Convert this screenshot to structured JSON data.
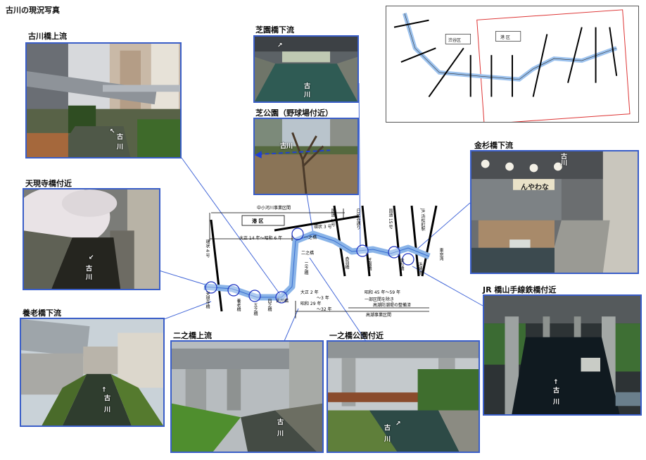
{
  "page_title": "古川の現況写真",
  "photos": {
    "furukawa_upstream": {
      "caption": "古川橋上流",
      "label_top": "古",
      "label_bottom": "川"
    },
    "shibazono_downstream": {
      "caption": "芝園橋下流",
      "label_top": "古",
      "label_bottom": "川"
    },
    "shiba_park": {
      "caption": "芝公園（野球場付近）",
      "label": "古川"
    },
    "kanasugi_downstream": {
      "caption": "金杉橋下流",
      "label": "古川",
      "sign": "んやわな"
    },
    "tengenji": {
      "caption": "天現寺橋付近",
      "label_top": "古",
      "label_bottom": "川"
    },
    "jr_yamanote": {
      "caption": "JR 橋山手線鉄橋付近",
      "label_top": "古",
      "label_bottom": "川"
    },
    "yoro_downstream": {
      "caption": "養老橋下流",
      "label_top": "古",
      "label_bottom": "川"
    },
    "ninohashi_upstream": {
      "caption": "二之橋上流",
      "label_top": "古",
      "label_bottom": "川"
    },
    "ichinohashi_park": {
      "caption": "一之橋公園付近",
      "label_top": "古",
      "label_bottom": "川"
    }
  },
  "map": {
    "office_section": "中小河川事業区間",
    "ward": "港 区",
    "era1": "大正 14 年～昭和 6 年",
    "era2_a": "大正 2 年",
    "era2_b": "～3 年",
    "era2_c": "昭和 29 年",
    "era2_d": "～32 年",
    "era3": "昭和 45 年～59 年",
    "note1": "一部区間を除き",
    "note2": "高潮防潮堤の整備済",
    "tidal_section": "高潮事業区間",
    "roads": [
      "環状 4 号",
      "環状 3 号",
      "国道 1 号",
      "日比谷通り",
      "国道 15 号",
      "JR 浜松町駅",
      "東京湾"
    ],
    "bridges": [
      "古川橋",
      "一之橋",
      "二之橋",
      "三之橋",
      "四之橋",
      "天現寺橋",
      "養老橋",
      "芝園橋",
      "赤羽橋",
      "金杉橋",
      "浜崎橋",
      "五之橋"
    ]
  },
  "keymap": {
    "ward": "港 区",
    "district": "渋谷区"
  }
}
